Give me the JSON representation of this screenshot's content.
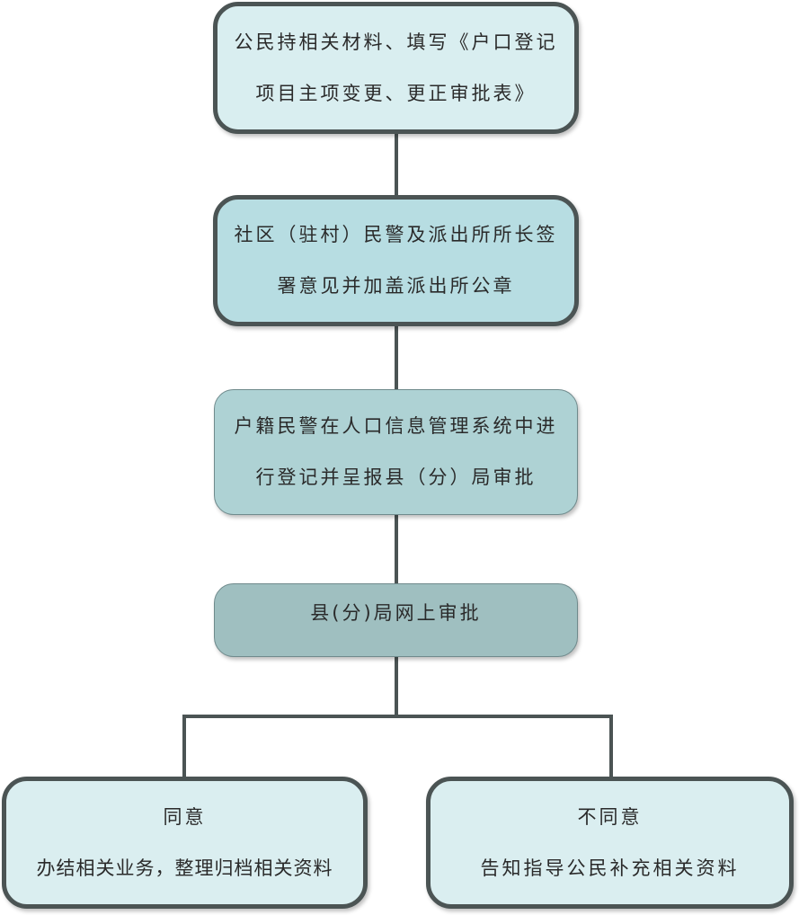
{
  "steps": [
    {
      "lines": [
        "公民持相关材料、填写《户口登记",
        "项目主项变更、更正审批表》"
      ]
    },
    {
      "lines": [
        "社区（驻村）民警及派出所所长签",
        "署意见并加盖派出所公章"
      ]
    },
    {
      "lines": [
        "户籍民警在人口信息管理系统中进",
        "行登记并呈报县（分）局审批"
      ]
    },
    {
      "lines": [
        "县(分)局网上审批"
      ]
    }
  ],
  "outcomes": {
    "approve": {
      "title": "同意",
      "text": "办结相关业务，整理归档相关资料"
    },
    "reject": {
      "title": "不同意",
      "text": "告知指导公民补充相关资料"
    }
  },
  "colors": {
    "box1": "#d9eef0",
    "box2": "#b7dde2",
    "box3": "#aed2d4",
    "box4": "#9fbfc0",
    "outcome": "#daeef0",
    "line": "#4b5454"
  }
}
